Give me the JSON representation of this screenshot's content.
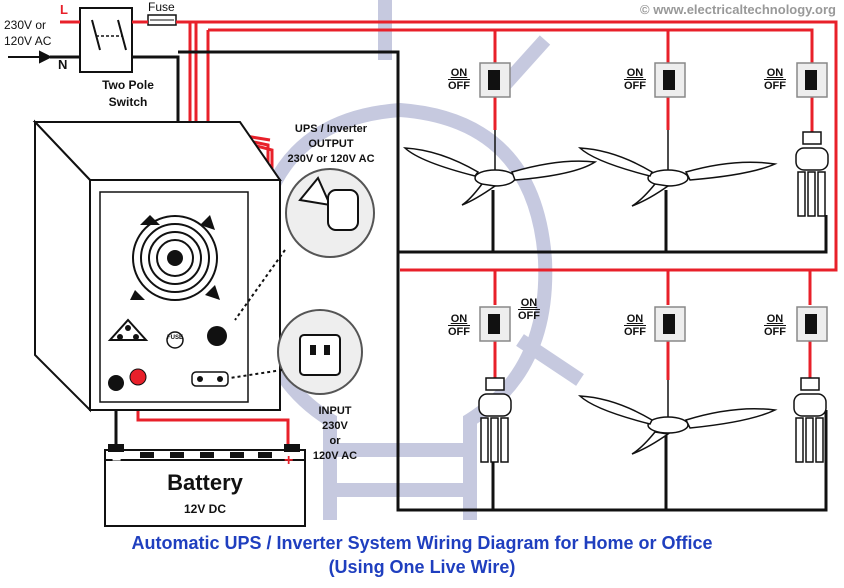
{
  "watermark": "© www.electricaltechnology.org",
  "supply": {
    "line_label": "L",
    "neutral_label": "N",
    "voltage_label_1": "230V or",
    "voltage_label_2": "120V AC",
    "fuse_label": "Fuse"
  },
  "switch": {
    "label_1": "Two Pole",
    "label_2": "Switch"
  },
  "ups": {
    "output_label_1": "UPS / Inverter",
    "output_label_2": "OUTPUT",
    "output_label_3": "230V or 120V AC",
    "input_label_1": "INPUT",
    "input_label_2": "230V",
    "input_label_3": "or",
    "input_label_4": "120V AC",
    "fuse_text": "FUSE"
  },
  "battery": {
    "label": "Battery",
    "voltage": "12V DC",
    "neg": "−",
    "pos": "+"
  },
  "switches": {
    "on": "ON",
    "off": "OFF"
  },
  "title": {
    "line1": "Automatic UPS / Inverter System Wiring Diagram for Home or Office",
    "line2": "(Using One Live Wire)"
  },
  "colors": {
    "live": "#e8202a",
    "neutral": "#111111",
    "title": "#1f3fbf",
    "watermark": "#b8bcd8"
  }
}
